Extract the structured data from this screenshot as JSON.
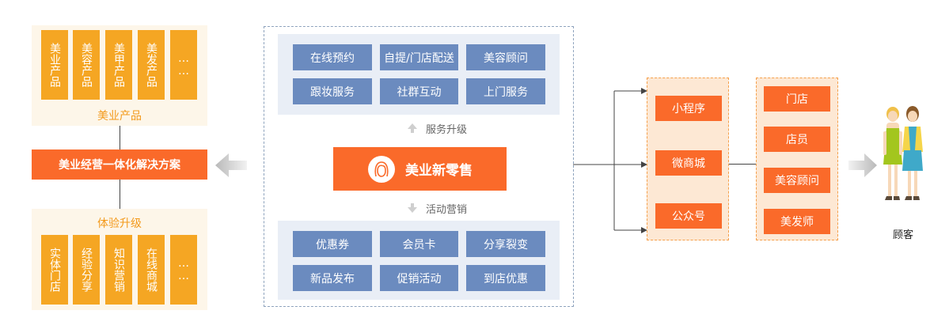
{
  "left": {
    "products": {
      "tiles": [
        "美业产品",
        "美容产品",
        "美甲产品",
        "美发产品",
        "……"
      ],
      "caption": "美业产品"
    },
    "solution_label": "美业经营一体化解决方案",
    "experience": {
      "caption": "体验升级",
      "tiles": [
        "实体门店",
        "经验分享",
        "知识营销",
        "在线商城",
        "……"
      ]
    }
  },
  "center": {
    "services_top": [
      "在线预约",
      "自提/门店配送",
      "美容顾问",
      "跟妆服务",
      "社群互动",
      "上门服务"
    ],
    "upgrade_hint": "服务升级",
    "brand_label": "美业新零售",
    "marketing_hint": "活动营销",
    "services_bottom": [
      "优惠券",
      "会员卡",
      "分享裂变",
      "新品发布",
      "促销活动",
      "到店优惠"
    ]
  },
  "channels": [
    "小程序",
    "微商城",
    "公众号"
  ],
  "touchpoints": [
    "门店",
    "店员",
    "美容顾问",
    "美发师"
  ],
  "customer_label": "顾客"
}
